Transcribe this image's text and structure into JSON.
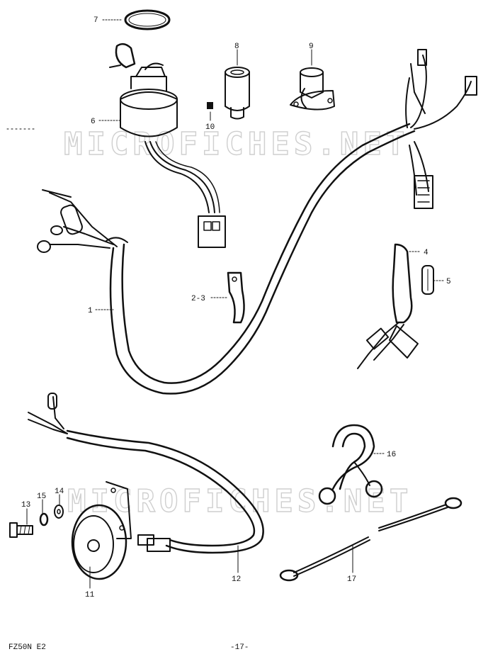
{
  "watermark": "MICROFICHES.NET",
  "footer": {
    "model": "FZ50N E2",
    "page": "-17-"
  },
  "callouts": {
    "c1": "1",
    "c2_3": "2-3",
    "c4": "4",
    "c5": "5",
    "c6": "6",
    "c7": "7",
    "c8": "8",
    "c9": "9",
    "c10": "10",
    "c11": "11",
    "c12": "12",
    "c13": "13",
    "c14": "14",
    "c15": "15",
    "c16": "16",
    "c17": "17"
  }
}
